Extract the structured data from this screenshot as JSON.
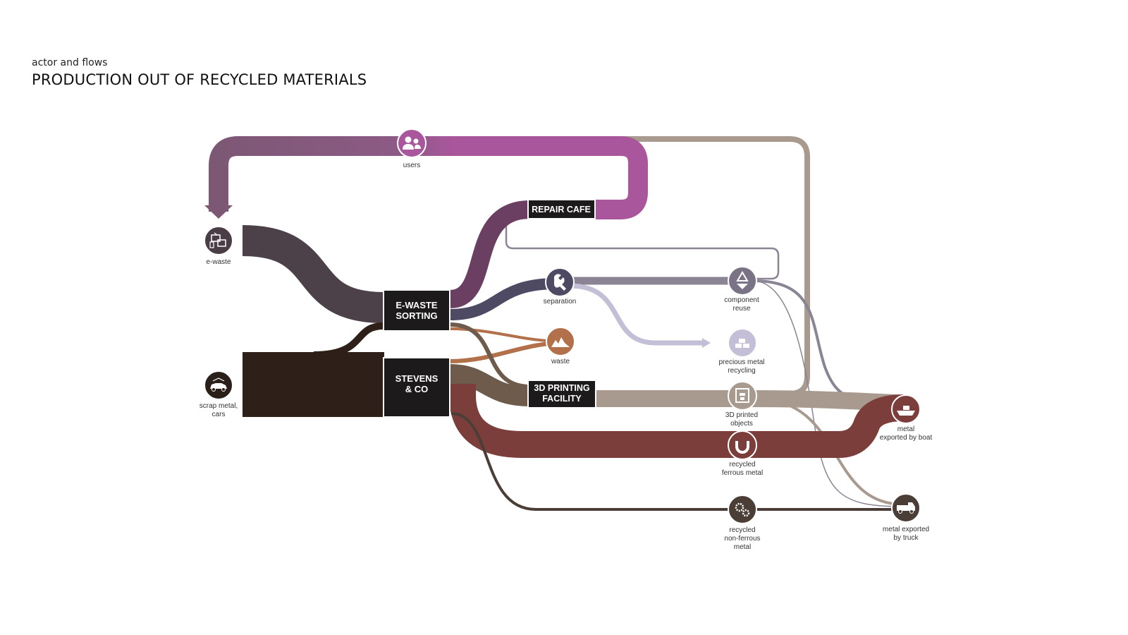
{
  "header": {
    "subtitle": "actor and flows",
    "title": "PRODUCTION OUT OF RECYCLED MATERIALS"
  },
  "nodes": {
    "e_waste_sorting": [
      "E-WASTE",
      "SORTING"
    ],
    "stevens": [
      "STEVENS",
      "& CO"
    ],
    "repair_cafe": [
      "REPAIR CAFE"
    ],
    "printing": [
      "3D PRINTING",
      "FACILITY"
    ]
  },
  "icons": {
    "users": {
      "icon": "users-icon",
      "label": [
        "users"
      ],
      "color": "#a9569c"
    },
    "e_waste": {
      "icon": "e-waste-icon",
      "label": [
        "e-waste"
      ],
      "color": "#4a3d45"
    },
    "scrap": {
      "icon": "scrap-car-icon",
      "label": [
        "scrap metal,",
        "cars"
      ],
      "color": "#2b1f1a"
    },
    "separation": {
      "icon": "wrench-icon",
      "label": [
        "separation"
      ],
      "color": "#4e4a63"
    },
    "waste": {
      "icon": "waste-pile-icon",
      "label": [
        "waste"
      ],
      "color": "#b2714a"
    },
    "component_reuse": {
      "icon": "recycle-icon",
      "label": [
        "component",
        "reuse"
      ],
      "color": "#7a7386"
    },
    "precious_metal": {
      "icon": "gold-bars-icon",
      "label": [
        "precious metal",
        "recycling"
      ],
      "color": "#c4bfd6"
    },
    "printed_objects": {
      "icon": "3d-printer-icon",
      "label": [
        "3D printed",
        "objects"
      ],
      "color": "#a89a8f"
    },
    "ferrous": {
      "icon": "magnet-icon",
      "label": [
        "recycled",
        "ferrous metal"
      ],
      "color": "#7b3e3a"
    },
    "non_ferrous": {
      "icon": "gears-icon",
      "label": [
        "recycled",
        "non-ferrous",
        "metal"
      ],
      "color": "#4b3e37"
    },
    "boat": {
      "icon": "boat-icon",
      "label": [
        "metal",
        "exported by boat"
      ],
      "color": "#7b3e3a"
    },
    "truck": {
      "icon": "truck-icon",
      "label": [
        "metal exported",
        "by truck"
      ],
      "color": "#4b3e37"
    }
  },
  "colors": {
    "node_box": "#1c1a1b",
    "users_flow_left": "#7c5874",
    "users_flow_right": "#a9569c",
    "repair_flow": "#6a3f62",
    "e_waste_flow": "#4c4149",
    "scrap_flow": "#2e2019",
    "separation_flow": "#4e4a63",
    "component_flow": "#8a8494",
    "precious_flow": "#c4bfd6",
    "waste_flow": "#b2714a",
    "printing_flow": "#6e5b4c",
    "printed_out_flow": "#a89a8f",
    "ferrous_flow": "#7b3e3a",
    "non_ferrous_flow": "#4b3e37"
  }
}
